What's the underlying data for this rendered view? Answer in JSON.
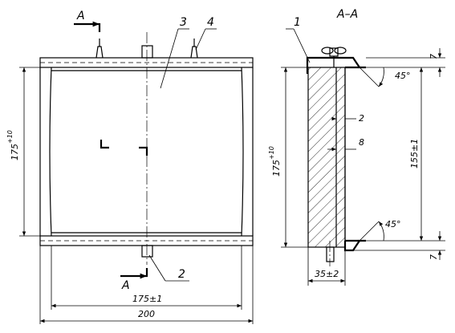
{
  "front_view": {
    "section_mark_top": "A",
    "section_mark_bottom": "A",
    "callouts": [
      "3",
      "4",
      "2"
    ],
    "dim_height": "175",
    "dim_height_tol": "+10",
    "dim_inner_width": "175±1",
    "dim_outer_width": "200"
  },
  "section_view": {
    "title": "A–A",
    "callout": "1",
    "dim_height": "175",
    "dim_height_tol": "+10",
    "dim_depth": "35±2",
    "dim_top_gap": "7",
    "dim_bottom_gap": "7",
    "dim_inner": "155±1",
    "angle_top": "45°",
    "angle_bottom": "45°",
    "dim_thin": "2",
    "dim_plate": "8"
  }
}
